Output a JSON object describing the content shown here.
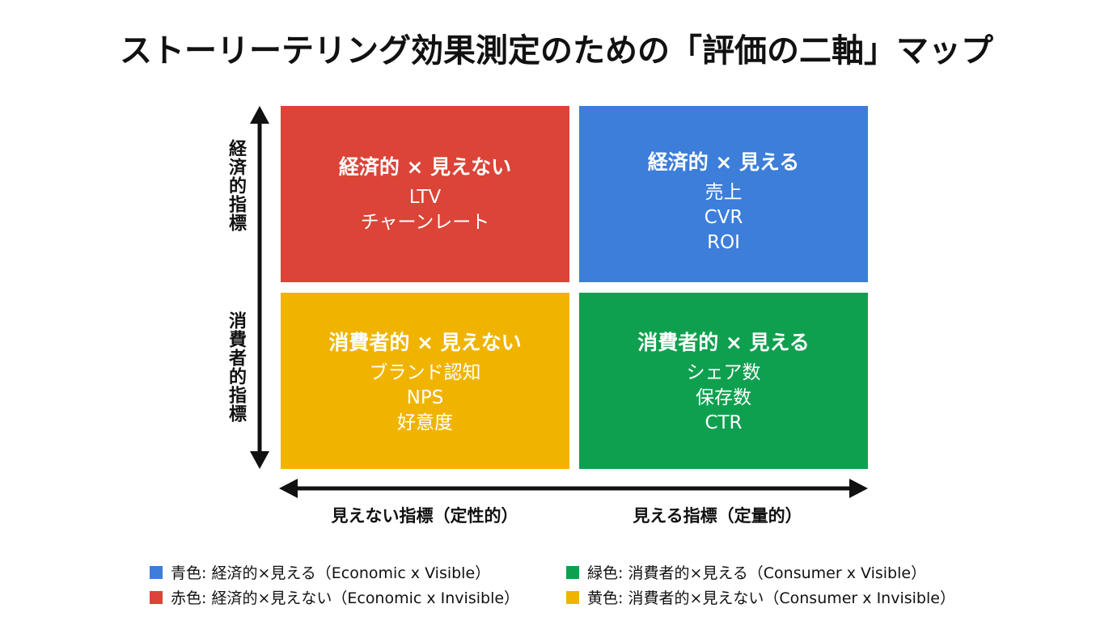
{
  "title": "ストーリーテリング効果測定のための「評価の二軸」マップ",
  "colors": {
    "red": "#DB4437",
    "blue": "#3C7ED9",
    "yellow": "#F0B400",
    "green": "#0FA04F"
  },
  "axes": {
    "y_top": "経済的指標",
    "y_bottom": "消費者的指標",
    "x_left": "見えない指標（定性的）",
    "x_right": "見える指標（定量的）"
  },
  "quadrants": {
    "red": {
      "title": "経済的 × 見えない",
      "items": [
        "LTV",
        "チャーンレート"
      ]
    },
    "blue": {
      "title": "経済的 × 見える",
      "items": [
        "売上",
        "CVR",
        "ROI"
      ]
    },
    "yellow": {
      "title": "消費者的 × 見えない",
      "items": [
        "ブランド認知",
        "NPS",
        "好意度"
      ]
    },
    "green": {
      "title": "消費者的 × 見える",
      "items": [
        "シェア数",
        "保存数",
        "CTR"
      ]
    }
  },
  "legend": [
    {
      "label": "青色: 経済的×見える（Economic x Visible）"
    },
    {
      "label": "緑色: 消費者的×見える（Consumer x Visible）"
    },
    {
      "label": "赤色: 経済的×見えない（Economic x Invisible）"
    },
    {
      "label": "黄色: 消費者的×見えない（Consumer x Invisible）"
    }
  ]
}
